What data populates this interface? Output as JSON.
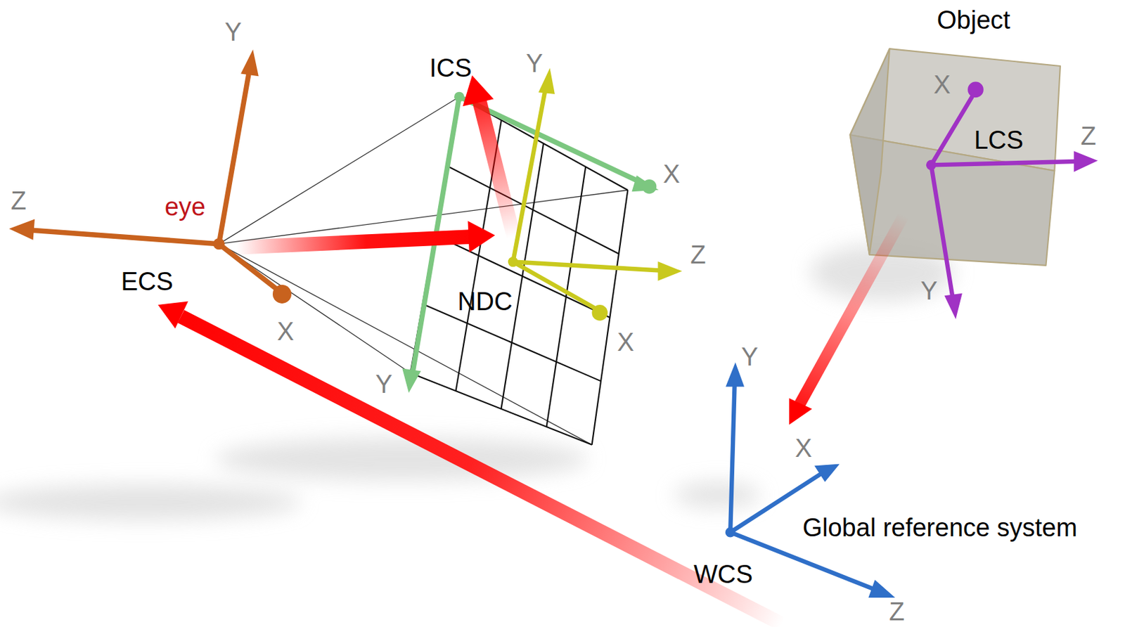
{
  "diagram": {
    "nodes": [
      {
        "text": [
          "Object",
          "LCS"
        ]
      }
    ],
    "labels": [
      "Y",
      "ICS",
      "Y",
      "X",
      "Z",
      "Z",
      "eye",
      "X",
      "Z",
      "ECS",
      "NDC",
      "X",
      "X",
      "Y",
      "Y",
      "Y",
      "X",
      "Global reference system",
      "WCS",
      "Z"
    ]
  }
}
